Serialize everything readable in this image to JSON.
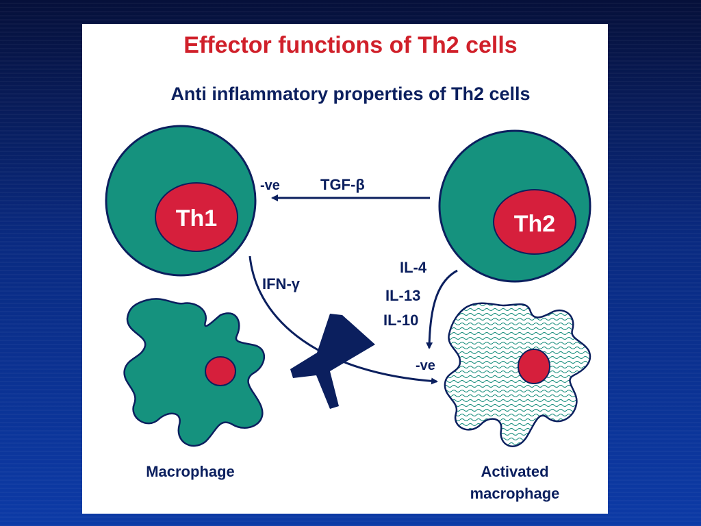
{
  "slide": {
    "title": "Effector functions of Th2 cells",
    "subtitle": "Anti inflammatory properties of Th2 cells"
  },
  "cells": {
    "th1": "Th1",
    "th2": "Th2"
  },
  "signals": {
    "tgf_beta": "TGF-β",
    "neg_top": "-ve",
    "ifn_gamma": "IFN-γ",
    "il4": "IL-4",
    "il13": "IL-13",
    "il10": "IL-10",
    "neg_bottom": "-ve"
  },
  "macrophages": {
    "resting": "Macrophage",
    "activated_line1": "Activated",
    "activated_line2": "macrophage"
  },
  "colors": {
    "cell_teal": "#15927e",
    "nucleus_red": "#d61f3c",
    "navy": "#0b1f5e",
    "title_red": "#d0202a"
  }
}
